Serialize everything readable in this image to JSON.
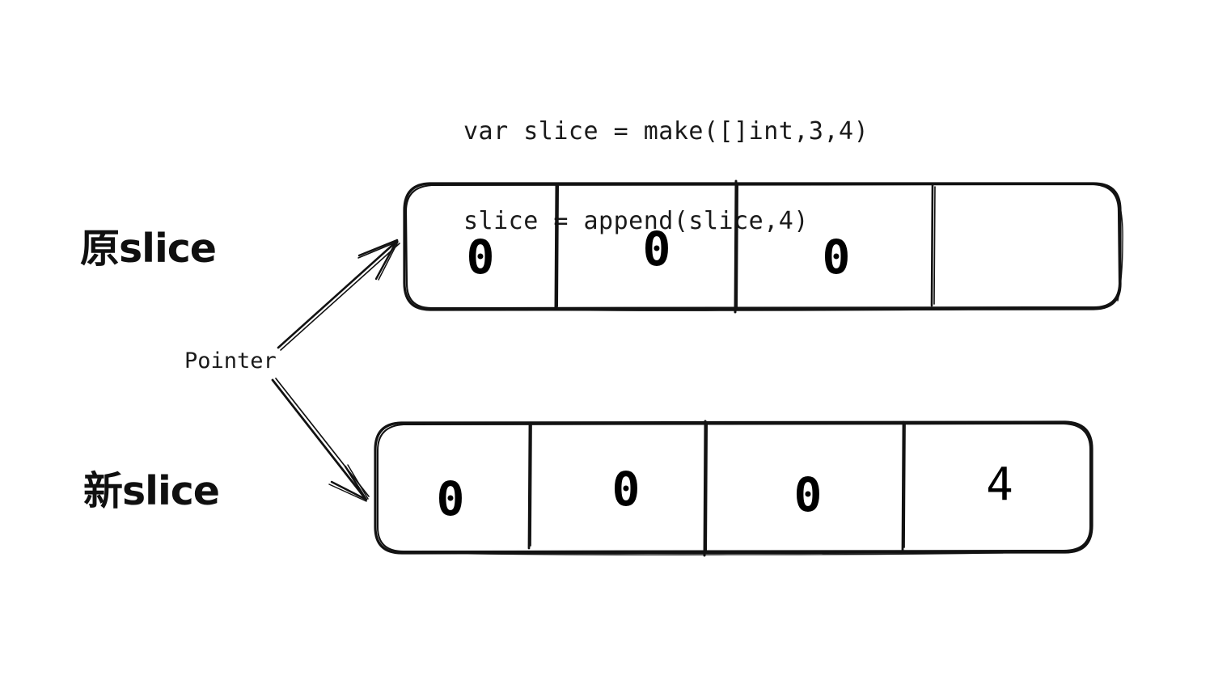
{
  "diagram": {
    "title": "Go slice append memory diagram",
    "background_color": "#ffffff",
    "stroke_color": "#121212"
  },
  "code": {
    "line1": "var slice = make([]int,3,4)",
    "line2": "slice = append(slice,4)"
  },
  "labels": {
    "original_slice": "原slice",
    "new_slice": "新slice",
    "pointer": "Pointer"
  },
  "arrays": [
    {
      "name": "original-slice-array",
      "label": "原slice",
      "cells": [
        {
          "value": "0",
          "empty": false
        },
        {
          "value": "0",
          "empty": false
        },
        {
          "value": "0",
          "empty": false
        },
        {
          "value": "",
          "empty": true
        }
      ],
      "length": 3,
      "capacity": 4
    },
    {
      "name": "new-slice-array",
      "label": "新slice",
      "cells": [
        {
          "value": "0",
          "empty": false
        },
        {
          "value": "0",
          "empty": false
        },
        {
          "value": "0",
          "empty": false
        },
        {
          "value": "4",
          "empty": false
        }
      ],
      "length": 4,
      "capacity": 4
    }
  ],
  "arrows": [
    {
      "name": "pointer-to-original-arrow",
      "from": "Pointer",
      "to": "原slice"
    },
    {
      "name": "pointer-to-new-arrow",
      "from": "Pointer",
      "to": "新slice"
    }
  ]
}
